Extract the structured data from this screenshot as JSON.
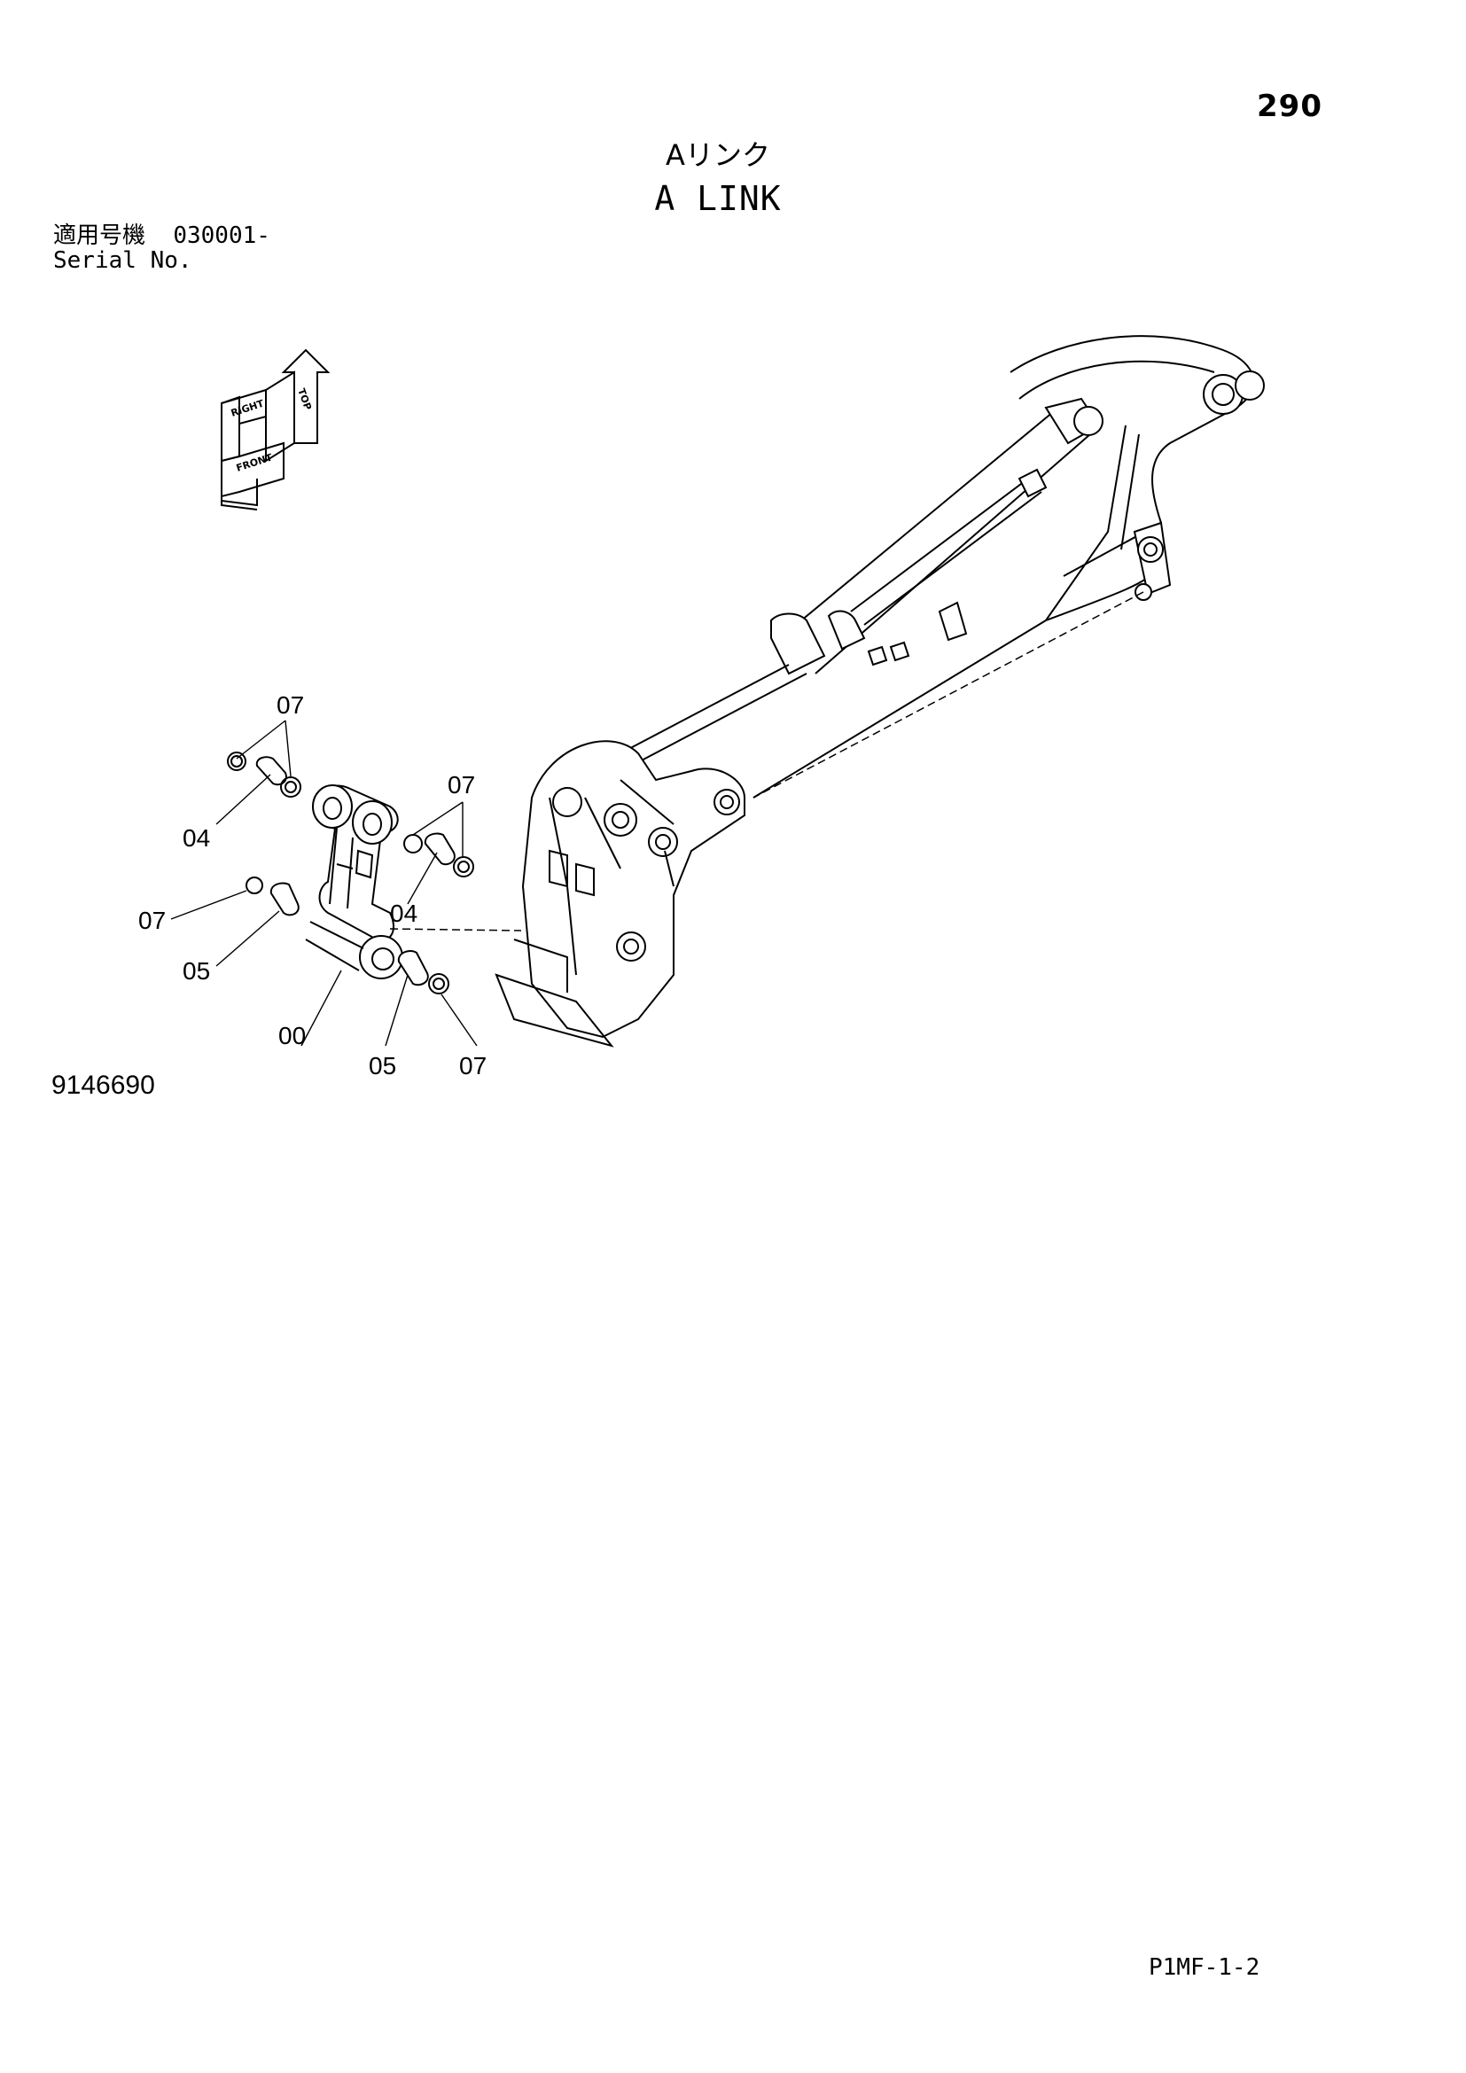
{
  "header": {
    "page_number": "290",
    "title_jp": "Aリンク",
    "title_en": "A LINK",
    "serial_label_jp": "適用号機",
    "serial_value": "030001-",
    "serial_label_en": "Serial No."
  },
  "orientation": {
    "top": "TOP",
    "right": "RIGHT",
    "front": "FRONT"
  },
  "callouts": {
    "c07_top": "07",
    "c04_left": "04",
    "c07_upper_right": "07",
    "c04_right": "04",
    "c07_left": "07",
    "c05_left": "05",
    "c00": "00",
    "c05_bottom": "05",
    "c07_bottom": "07"
  },
  "footer": {
    "drawing_number": "9146690",
    "page_code": "P1MF-1-2"
  }
}
